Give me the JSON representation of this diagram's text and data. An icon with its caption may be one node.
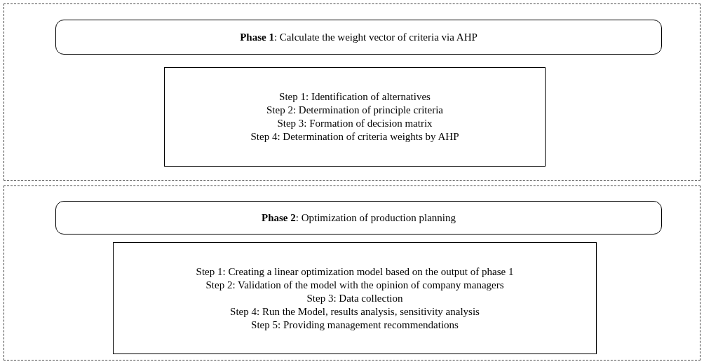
{
  "diagram": {
    "nodes": [
      {
        "text": [],
        "shape": "box"
      },
      {
        "text": [
          "**Phase 1**: Calculate the weight vector of criteria via AHP"
        ],
        "in": 0
      },
      {
        "text": [
          "Step 1: Identification of alternatives",
          "Step 2: Determination of principle criteria",
          "Step 3: Formation of decision matrix",
          "Step 4: Determination of criteria weights by AHP"
        ],
        "in": 0
      },
      {
        "text": [],
        "shape": "box"
      },
      {
        "text": [
          "**Phase 2**: Optimization of production planning"
        ],
        "in": 3
      },
      {
        "text": [
          "Step 1: Creating a linear optimization model based on the output of phase 1",
          "Step 2: Validation of the model with the opinion of company managers",
          "Step 3: Data collection",
          "Step 4: Run the Model, results analysis, sensitivity analysis",
          "Step 5: Providing management recommendations"
        ],
        "in": 3
      }
    ],
    "edges": []
  }
}
